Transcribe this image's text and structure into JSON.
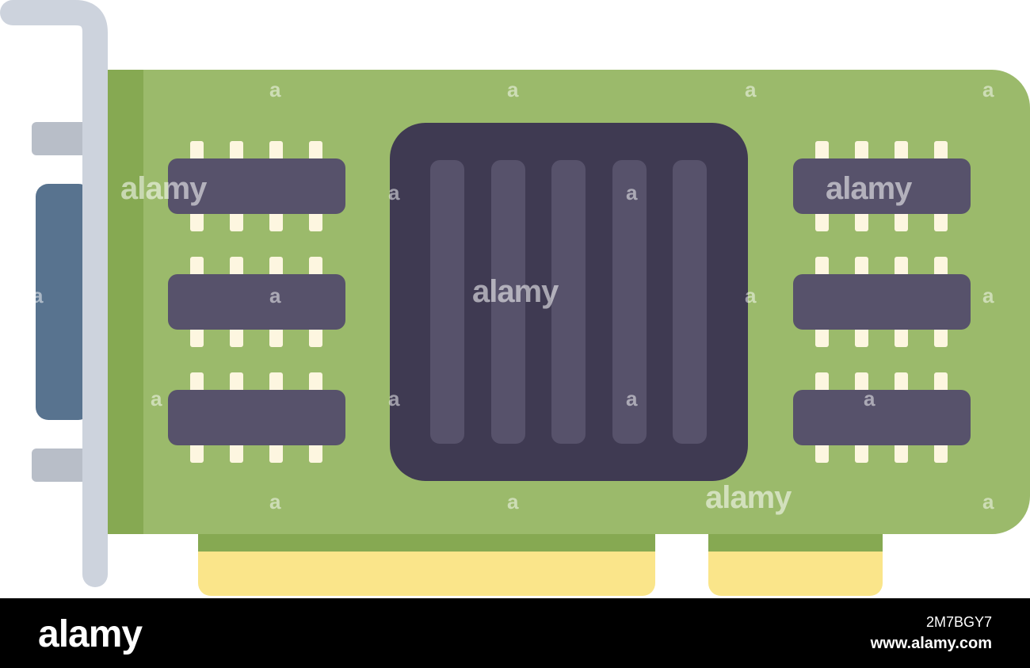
{
  "watermark": {
    "text": "alamy",
    "letter": "a"
  },
  "footer": {
    "logo": "alamy",
    "image_id": "2M7BGY7",
    "url": "www.alamy.com"
  },
  "colors": {
    "pcb": "#9bba6b",
    "pcb_edge": "#86a952",
    "bracket": "#cdd3dd",
    "bracket_tab": "#b8bec8",
    "port": "#58738f",
    "chip_dark": "#3f3a52",
    "chip_medium": "#57526b",
    "pin": "#fdf6e0",
    "connector": "#fae58a"
  },
  "icons": [
    "graphics-card-icon"
  ]
}
